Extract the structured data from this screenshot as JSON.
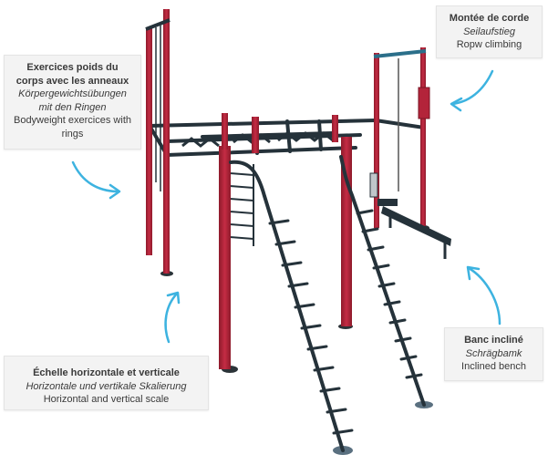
{
  "callouts": {
    "bodyweight": {
      "title_fr": "Exercices poids du corps avec les anneaux",
      "title_de": "Körpergewichtsübungen mit den Ringen",
      "title_en": "Bodyweight exercices with rings"
    },
    "rope": {
      "title_fr": "Montée de corde",
      "title_de": "Seilaufstieg",
      "title_en": "Ropw climbing"
    },
    "ladder": {
      "title_fr": "Échelle horizontale et verticale",
      "title_de": "Horizontale und vertikale Skalierung",
      "title_en": "Horizontal and vertical scale"
    },
    "bench": {
      "title_fr": "Banc incliné",
      "title_de": "Schrägbamk",
      "title_en": "Inclined bench"
    }
  },
  "colors": {
    "frame_red": "#b3243a",
    "bar_dark": "#25323a",
    "arrow_blue": "#3db3e0",
    "callout_bg": "#f3f3f3",
    "text": "#3a3a3a"
  }
}
